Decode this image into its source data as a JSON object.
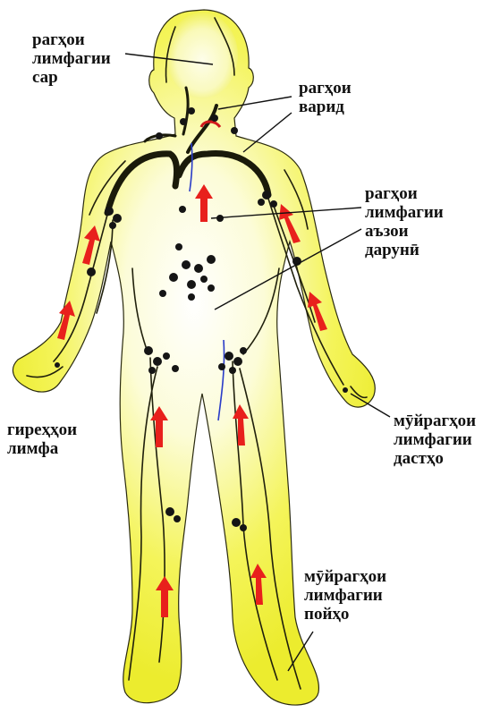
{
  "labels": {
    "head_vessels": [
      "рагҳои",
      "лимфагии",
      "сар"
    ],
    "veins": [
      "рагҳои",
      "варид"
    ],
    "internal_organs": [
      "рагҳои",
      "лимфагии",
      "аъзои",
      "дарунӣ"
    ],
    "lymph_nodes": [
      "гиреҳҳои",
      "лимфа"
    ],
    "hand_capillaries": [
      "мӯйрагҳои",
      "лимфагии",
      "дастҳо"
    ],
    "foot_capillaries": [
      "мӯйрагҳои",
      "лимфагии",
      "пойҳо"
    ]
  },
  "colors": {
    "body_fill": "#f2f23a",
    "body_center": "#ffffff",
    "vessel": "#1a1a0a",
    "node": "#151515",
    "arrow": "#e8201c",
    "vein": "#2a3cc8"
  }
}
